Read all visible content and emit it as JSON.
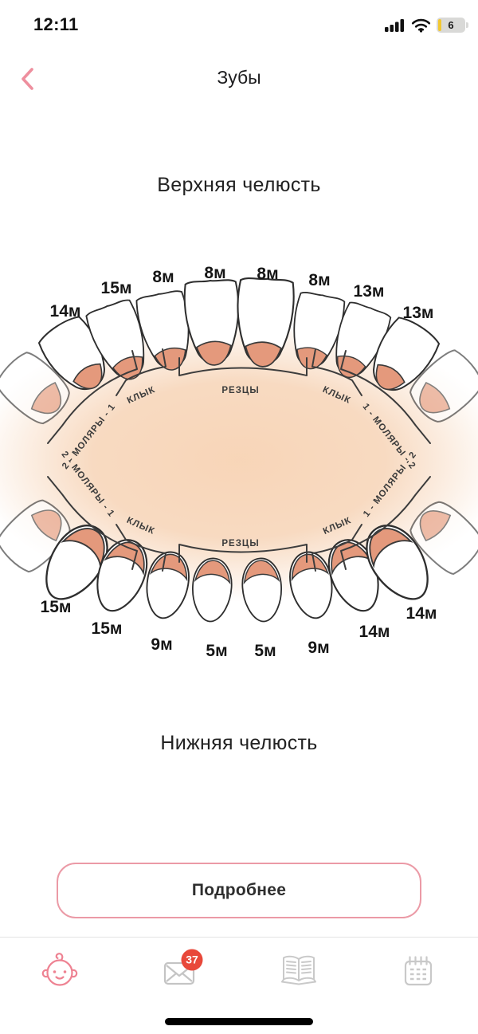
{
  "status_bar": {
    "time": "12:11",
    "battery": "6"
  },
  "header": {
    "title": "Зубы"
  },
  "upper_jaw": {
    "heading": "Верхняя челюсть",
    "ages": [
      "14м",
      "15м",
      "8м",
      "8м",
      "8м",
      "8м",
      "13м",
      "13м"
    ],
    "groups": {
      "molars_left": "2 - МОЛЯРЫ - 1",
      "canine_left": "КЛЫК",
      "incisors": "РЕЗЦЫ",
      "canine_right": "КЛЫК",
      "molars_right": "1 - МОЛЯРЫ - 2"
    }
  },
  "lower_jaw": {
    "heading": "Нижняя челюсть",
    "ages": [
      "15м",
      "15м",
      "9м",
      "5м",
      "5м",
      "9м",
      "14м",
      "14м"
    ],
    "groups": {
      "molars_left": "2 - МОЛЯРЫ - 1",
      "canine_left": "КЛЫК",
      "incisors": "РЕЗЦЫ",
      "canine_right": "КЛЫК",
      "molars_right": "1 - МОЛЯРЫ - 2"
    }
  },
  "details_button": {
    "label": "Подробнее"
  },
  "tab_bar": {
    "badge": "37"
  },
  "colors": {
    "accent_pink": "#ee8f9e",
    "gum": "#e4997c",
    "palate": "#f7d5b6",
    "badge_red": "#e8483a",
    "inactive_gray": "#c7c7c7"
  }
}
